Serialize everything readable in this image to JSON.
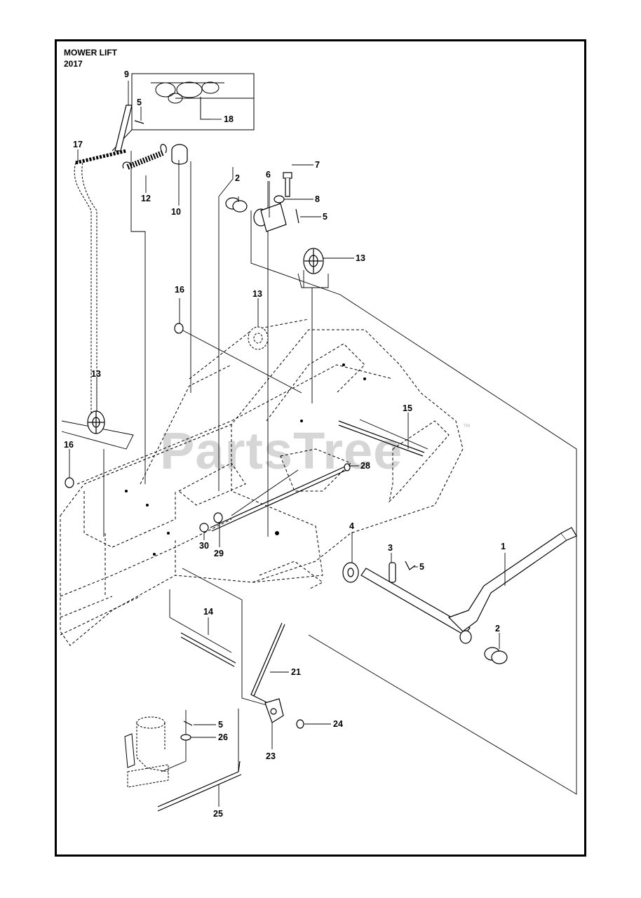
{
  "title": {
    "line1": "MOWER LIFT",
    "line2": "2017"
  },
  "watermark": {
    "text": "PartsTree",
    "tm": "™",
    "color": "#cfcfcf"
  },
  "callouts": {
    "c1": "1",
    "c2a": "2",
    "c2b": "2",
    "c3": "3",
    "c4": "4",
    "c5a": "5",
    "c5b": "5",
    "c5c": "5",
    "c5d": "5",
    "c6": "6",
    "c7": "7",
    "c8": "8",
    "c9": "9",
    "c10": "10",
    "c12": "12",
    "c13a": "13",
    "c13b": "13",
    "c13c": "13",
    "c14": "14",
    "c15": "15",
    "c16a": "16",
    "c16b": "16",
    "c17": "17",
    "c18": "18",
    "c21": "21",
    "c23": "23",
    "c24": "24",
    "c25": "25",
    "c26": "26",
    "c28": "28",
    "c29": "29",
    "c30": "30"
  }
}
